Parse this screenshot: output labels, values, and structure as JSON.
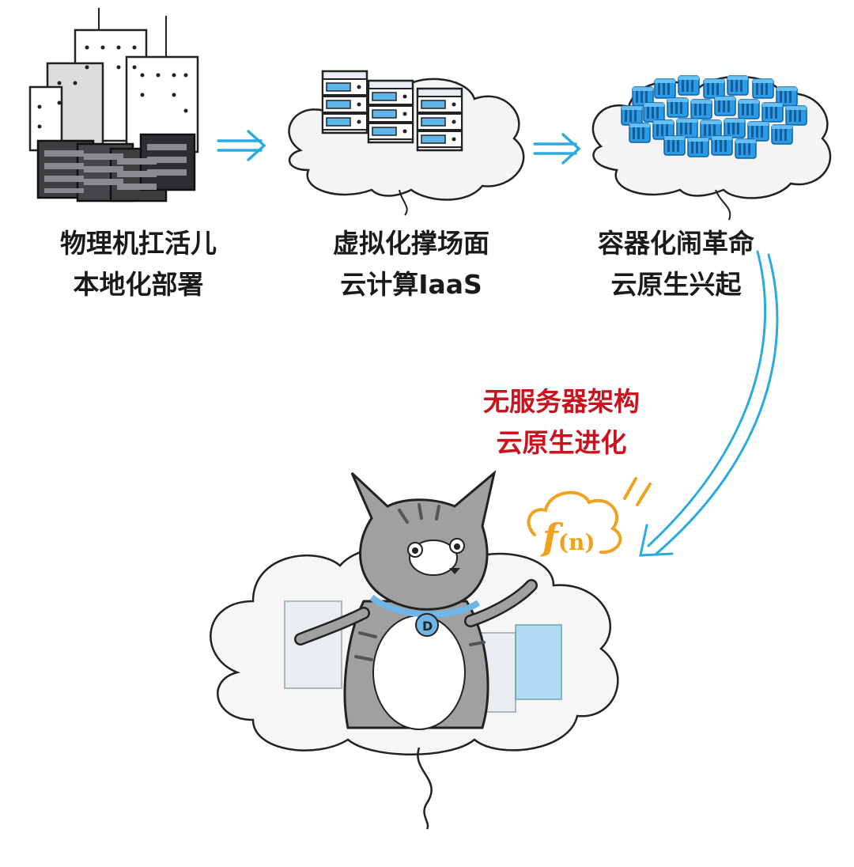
{
  "stages": [
    {
      "id": "physical",
      "line1": "物理机扛活儿",
      "line2": "本地化部署"
    },
    {
      "id": "virtual",
      "line1": "虚拟化撑场面",
      "line2": "云计算IaaS"
    },
    {
      "id": "container",
      "line1": "容器化闹革命",
      "line2": "云原生兴起"
    }
  ],
  "serverless": {
    "line1": "无服务器架构",
    "line2": "云原生进化"
  },
  "function_badge": {
    "symbol": "f",
    "arg": "(n)"
  },
  "colors": {
    "arrow": "#29abe2",
    "highlight_text": "#c8141e",
    "function_badge": "#f0a21e",
    "server_blue": "#5fb6e8",
    "container_blue": "#1e88d8",
    "cat_gray": "#9a9a9a",
    "collar": "#6fb6e6"
  },
  "icons": [
    "building-server-icon",
    "virtual-server-icon",
    "container-cluster-icon",
    "function-cloud-icon",
    "cat-mascot-icon"
  ]
}
